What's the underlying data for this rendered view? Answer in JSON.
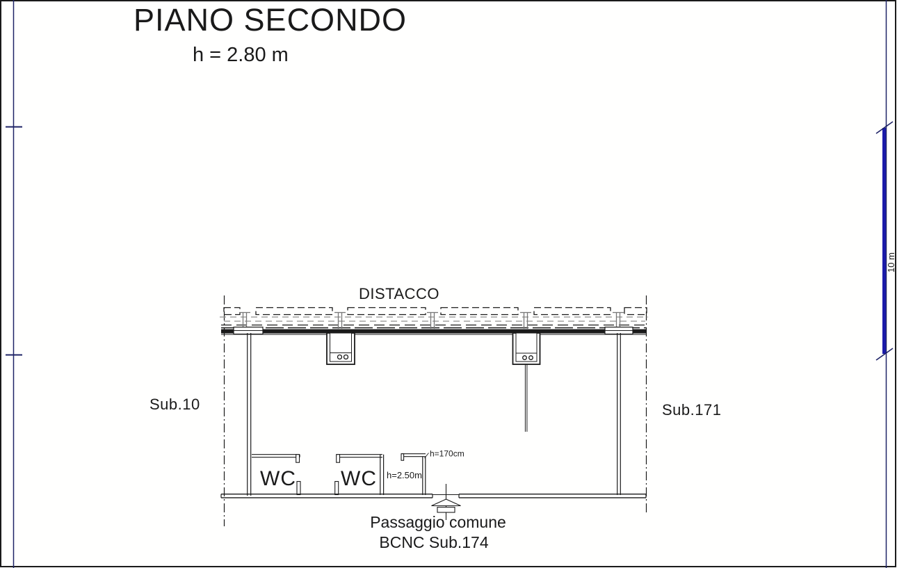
{
  "drawing": {
    "title": "PIANO SECONDO",
    "floor_height": "h = 2.80 m",
    "distacco": "DISTACCO",
    "sub_left": "Sub.10",
    "sub_right": "Sub.171",
    "wc_left": "WC",
    "wc_right": "WC",
    "height_note_inner": "h=2.50m",
    "height_note_door": "h=170cm",
    "passage_line1": "Passaggio comune",
    "passage_line2": "BCNC Sub.174",
    "dim_label": "10 m"
  },
  "colors": {
    "line": "#1a1a1a",
    "gray": "#8f8f8f",
    "frame": "#1e2366",
    "dim_blue": "#1b1baa"
  }
}
